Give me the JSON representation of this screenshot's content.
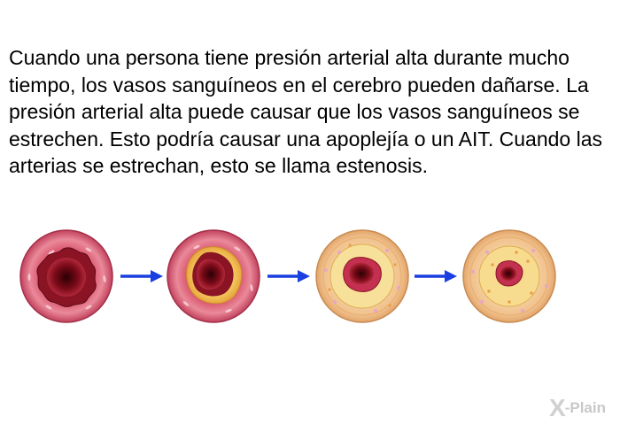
{
  "text": {
    "paragraph": "Cuando una persona tiene presión arterial alta durante mucho tiempo, los vasos sanguíneos en el cerebro pueden dañarse. La presión arterial alta puede causar que los vasos sanguíneos se estrechen. Esto podría causar una apoplejía o un AIT. Cuando las arterias se estrechan, esto se llama estenosis."
  },
  "illustration": {
    "stages": [
      {
        "name": "healthy-artery",
        "lumen_fraction": 0.62
      },
      {
        "name": "early-narrowing",
        "lumen_fraction": 0.47
      },
      {
        "name": "moderate-narrowing",
        "lumen_fraction": 0.35
      },
      {
        "name": "severe-narrowing",
        "lumen_fraction": 0.22
      }
    ],
    "colors": {
      "arrow": "#1a3fe0",
      "vessel_wall": "#e07a8a",
      "lumen": "#6a0a12",
      "plaque": "#f4d29a"
    }
  },
  "logo": {
    "x": "X",
    "text": "-Plain"
  }
}
